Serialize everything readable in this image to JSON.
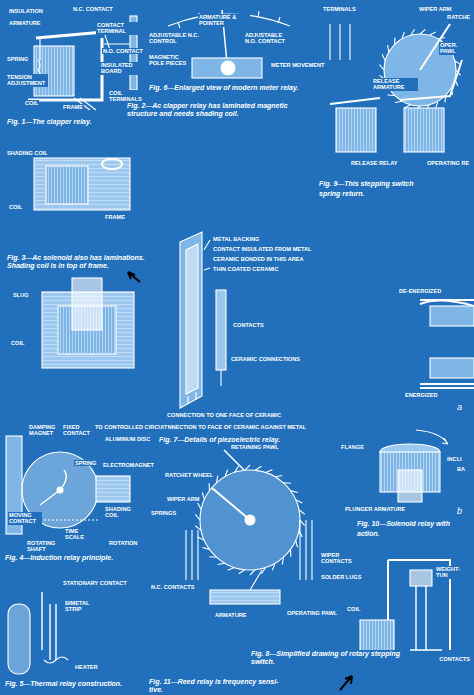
{
  "diagram": {
    "labels": [
      "INSULATION",
      "N.C. CONTACT",
      "ARMATURE",
      "CONTACT TERMINAL",
      "N.O. CONTACT",
      "SPRING",
      "INSULATED BOARD",
      "TENSION ADJUSTMENT",
      "COIL",
      "FRAME",
      "COIL TERMINALS",
      "Fig. 1—The clapper relay.",
      "ARMATURE & POINTER",
      "ADJUSTABLE N.C. CONTROL",
      "ADJUSTABLE N.O. CONTACT",
      "MAGNETIC POLE PIECES",
      "METER MOVEMENT",
      "Fig. 6—Enlarged view of modern meter relay.",
      "Fig. 2—Ac clapper relay has laminated magnetic structure and needs shading coil.",
      "TERMINALS",
      "WIPER ARM",
      "RATCHE",
      "OPER. PAWL",
      "RELEASE ARMATURE",
      "RELEASE RELAY",
      "OPERATING RE",
      "Fig. 9—This stepping switch",
      "spring return.",
      "SHADING COIL",
      "COIL",
      "FRAME",
      "Fig. 3—Ac solenoid also has laminations. Shading coil is in top of frame.",
      "SLUG",
      "COIL",
      "METAL BACKING",
      "CONTACT INSULATED FROM METAL",
      "CERAMIC BONDED IN THIS AREA",
      "THIN COATED CERAMIC",
      "CONTACTS",
      "CERAMIC CONNECTIONS",
      "CONNECTION TO ONE FACE OF CERAMIC",
      "CONNECTION TO FACE OF CERAMIC AGAINST METAL",
      "Fig. 7—Details of piezoelectric relay.",
      "DE-ENERGIZED",
      "ENERGIZED",
      "a",
      "FLANGE",
      "INCLI",
      "BA",
      "PLUNGER ARMATURE",
      "b",
      "Fig. 10—Solenoid relay with",
      "action.",
      "DAMPING MAGNET",
      "FIXED CONTACT",
      "TO CONTROLLED CIRCUIT",
      "ALUMINUM DISC",
      "ELECTROMAGNET",
      "ROTATING SHAFT",
      "SPRING",
      "MOVING CONTACT",
      "SHADING COIL",
      "TIME SCALE",
      "ROTATION",
      "Fig. 4—Induction relay principle.",
      "RETAINING PAWL",
      "RATCHET WHEEL",
      "WIPER ARM",
      "SPRINGS",
      "WIPER CONTACTS",
      "SOLDER LUGS",
      "N.C. CONTACTS",
      "OPERATING PAWL",
      "ARMATURE",
      "Fig. 8—Simplified drawing of rotary stepping switch.",
      "WEIGHT-TUN",
      "COIL",
      "CONTACTS",
      "Fig. 11—Reed relay is frequency sensi-",
      "tive.",
      "STATIONARY CONTACT",
      "BIMETAL STRIP",
      "HEATER",
      "Fig. 5—Thermal relay construction."
    ]
  }
}
